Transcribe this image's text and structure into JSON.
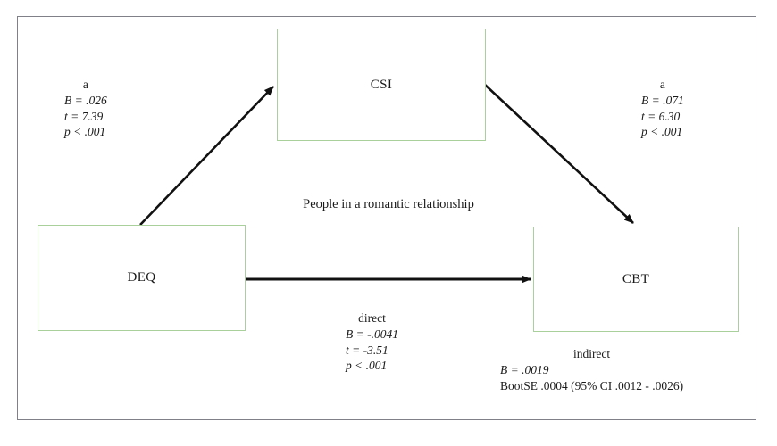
{
  "figure": {
    "caption_center": "People in a romantic relationship",
    "colors": {
      "box_border": "#a9cf9a",
      "frame_border": "#808088",
      "arrow": "#111111",
      "background": "#ffffff"
    }
  },
  "nodes": [
    {
      "id": "csi",
      "label": "CSI"
    },
    {
      "id": "deq",
      "label": "DEQ"
    },
    {
      "id": "cbt",
      "label": "CBT"
    }
  ],
  "paths": {
    "a_left": {
      "head": "a",
      "coefficient": "B = .026",
      "t_value": "t = 7.39",
      "p_value": "p < .001"
    },
    "a_right": {
      "head": "a",
      "coefficient": "B = .071",
      "t_value": "t = 6.30",
      "p_value": "p < .001"
    },
    "direct": {
      "head": "direct",
      "coefficient": "B = -.0041",
      "t_value": "t = -3.51",
      "p_value": "p < .001"
    },
    "indirect": {
      "head": "indirect",
      "coefficient": "B = .0019",
      "bootse": "BootSE .0004 (95% CI .0012 - .0026)"
    }
  }
}
